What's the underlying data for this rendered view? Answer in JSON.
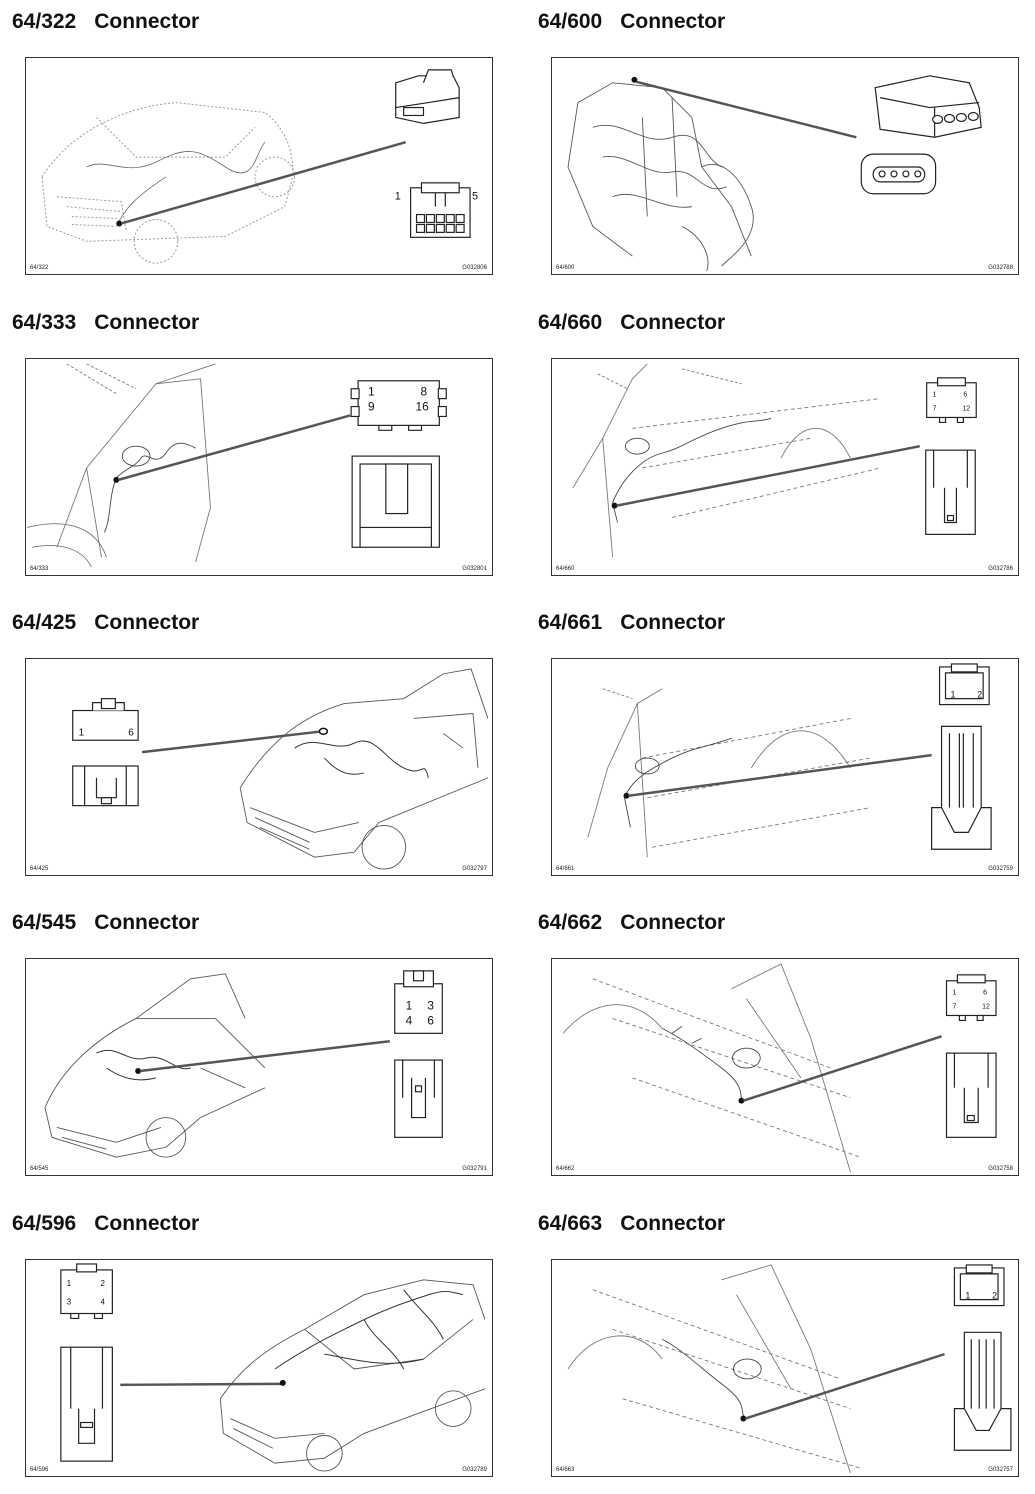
{
  "heading_word": "Connector",
  "items": [
    {
      "code": "64/322",
      "left_caption": "64/322",
      "right_caption": "G032806",
      "pins": [
        "1",
        "5"
      ]
    },
    {
      "code": "64/600",
      "left_caption": "64/600",
      "right_caption": "G032788",
      "pins": []
    },
    {
      "code": "64/333",
      "left_caption": "64/333",
      "right_caption": "G032801",
      "pins": [
        "1",
        "8",
        "9",
        "16"
      ]
    },
    {
      "code": "64/660",
      "left_caption": "64/660",
      "right_caption": "G032786",
      "pins": [
        "1",
        "6",
        "7",
        "12"
      ]
    },
    {
      "code": "64/425",
      "left_caption": "64/425",
      "right_caption": "G032797",
      "pins": [
        "1",
        "6"
      ]
    },
    {
      "code": "64/661",
      "left_caption": "64/661",
      "right_caption": "G032759",
      "pins": [
        "1",
        "2"
      ]
    },
    {
      "code": "64/545",
      "left_caption": "64/545",
      "right_caption": "G032791",
      "pins": [
        "1",
        "3",
        "4",
        "6"
      ]
    },
    {
      "code": "64/662",
      "left_caption": "64/662",
      "right_caption": "G032758",
      "pins": [
        "1",
        "6",
        "7",
        "12"
      ]
    },
    {
      "code": "64/596",
      "left_caption": "64/596",
      "right_caption": "G032789",
      "pins": [
        "1",
        "2",
        "3",
        "4"
      ]
    },
    {
      "code": "64/663",
      "left_caption": "64/663",
      "right_caption": "G032757",
      "pins": [
        "1",
        "2"
      ]
    }
  ]
}
